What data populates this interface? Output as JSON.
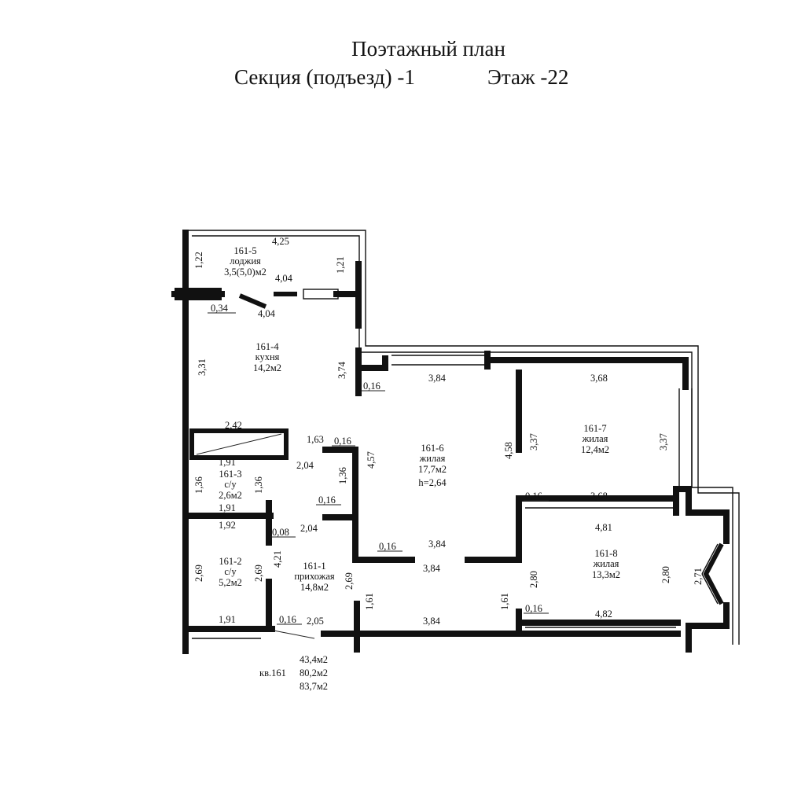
{
  "title": {
    "line1": "Поэтажный план",
    "section": "Секция (подъезд) -1",
    "floor": "Этаж -22"
  },
  "rooms": [
    {
      "id": "161-5",
      "type": "лоджия",
      "area": "3,5(5,0)м2"
    },
    {
      "id": "161-4",
      "type": "кухня",
      "area": "14,2м2"
    },
    {
      "id": "161-3",
      "type": "с/у",
      "area": "2,6м2"
    },
    {
      "id": "161-2",
      "type": "с/у",
      "area": "5,2м2"
    },
    {
      "id": "161-1",
      "type": "прихожая",
      "area": "14,8м2"
    },
    {
      "id": "161-6",
      "type": "жилая",
      "area": "17,7м2",
      "height": "h=2,64"
    },
    {
      "id": "161-7",
      "type": "жилая",
      "area": "12,4м2"
    },
    {
      "id": "161-8",
      "type": "жилая",
      "area": "13,3м2"
    }
  ],
  "dimensions": [
    "4,25",
    "1,22",
    "1,21",
    "4,04",
    "4,04",
    "0,34",
    "3,31",
    "3,74",
    "0,16",
    "3,84",
    "3,68",
    "3,37",
    "3,37",
    "4,58",
    "2,42",
    "1,63",
    "0,16",
    "4,57",
    "2,04",
    "1,91",
    "1,36",
    "1,36",
    "1,36",
    "1,91",
    "0,16",
    "3,68",
    "0,16",
    "4,81",
    "1,92",
    "0,08",
    "2,04",
    "4,21",
    "0,16",
    "3,84",
    "3,84",
    "2,69",
    "2,69",
    "2,69",
    "2,80",
    "2,80",
    "2,71",
    "1,61",
    "1,61",
    "0,16",
    "4,82",
    "1,91",
    "0,16",
    "2,05",
    "3,84"
  ],
  "apartment": {
    "number": "кв.161",
    "area_living": "43,4м2",
    "area_total": "80,2м2",
    "area_with_loggia": "83,7м2"
  }
}
